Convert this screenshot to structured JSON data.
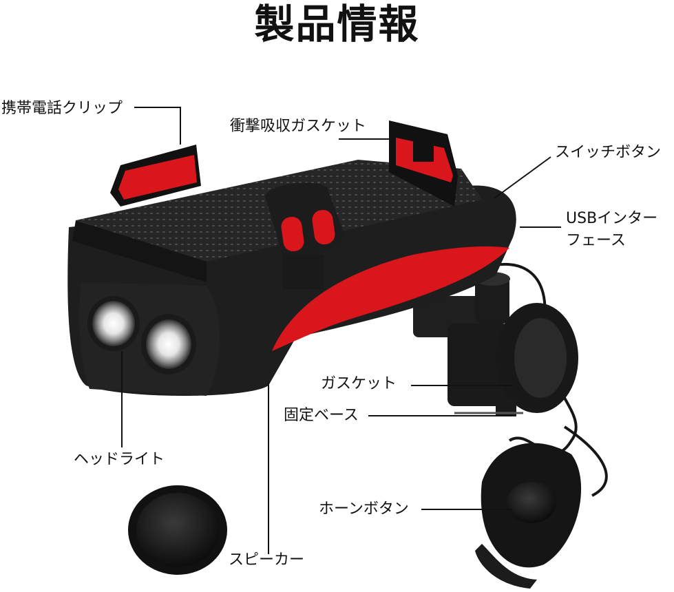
{
  "title": "製品情報",
  "labels": {
    "phone_clip": "携帯電話クリップ",
    "shock_gasket": "衝撃吸収ガスケット",
    "switch_button": "スイッチボタン",
    "usb_interface_line1": "USBインター",
    "usb_interface_line2": "フェース",
    "gasket": "ガスケット",
    "fixed_base": "固定ベース",
    "headlight": "ヘッドライト",
    "horn_button": "ホーンボタン",
    "speaker": "スピーカー"
  },
  "colors": {
    "accent_red": "#d9161c",
    "body_black": "#1e1e1e",
    "line": "#111111"
  }
}
